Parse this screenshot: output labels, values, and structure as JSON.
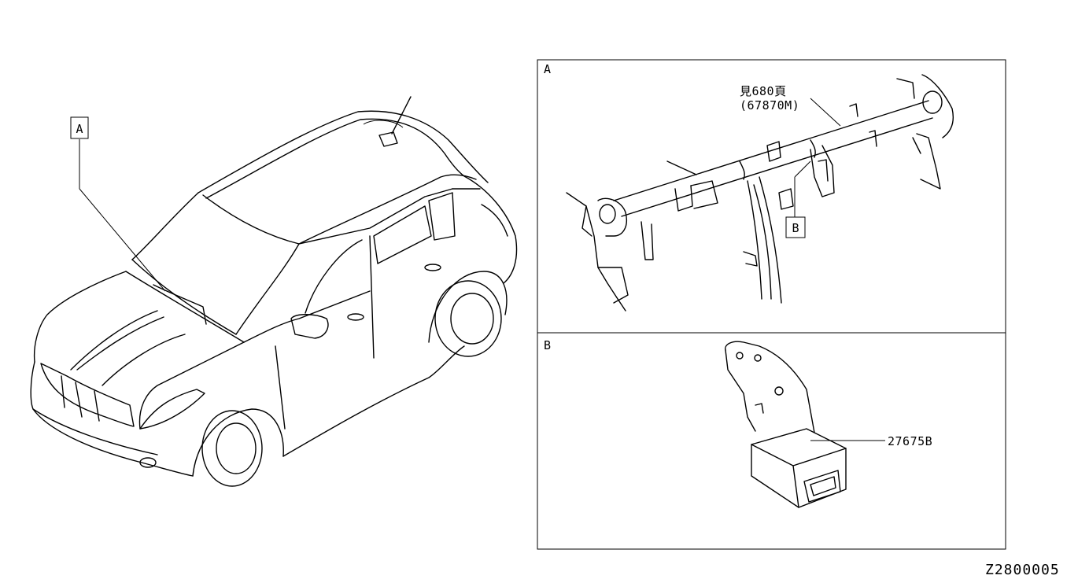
{
  "diagram": {
    "code": "Z2800005",
    "car_callout": "A",
    "panel_a": {
      "label": "A",
      "ref_line1": "見680頁",
      "ref_line2": "(67870M)",
      "callout": "B"
    },
    "panel_b": {
      "label": "B",
      "part_number": "27675B"
    }
  }
}
